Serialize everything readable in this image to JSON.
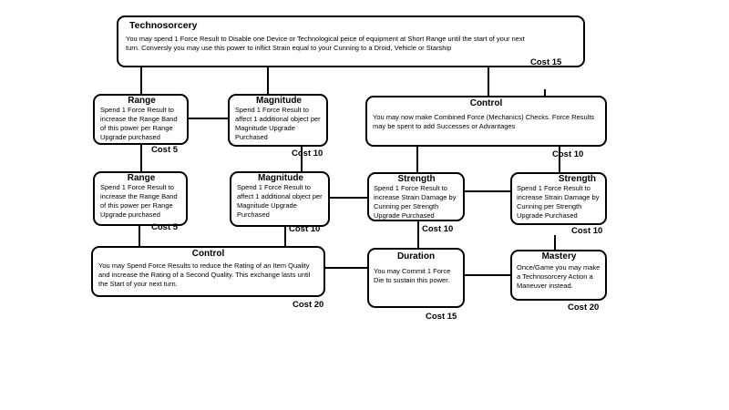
{
  "nodes": {
    "technosorcery": {
      "title": "Technosorcery",
      "text": "You may spend 1 Force Result to Disable one Device or Technological peice of equipment at Short Range until the start of your next turn.  Conversly you may use this power to inflict Strain equal to your Cunning to a Droid, Vehicle or Starship",
      "cost": "Cost 15"
    },
    "range_1": {
      "title": "Range",
      "text": "Spend 1 Force Result to increase the Range Band of this power per Range Upgrade purchased",
      "cost": "Cost  5"
    },
    "magnitude_1": {
      "title": "Magnitude",
      "text": "Spend 1 Force Result to affect 1 additional object per Magnitude Upgrade Purchased",
      "cost": "Cost 10"
    },
    "control_1": {
      "title": "Control",
      "text": "You may now make Combined Force (Mechanics) Checks. Force Results may be spent to add Successes or Advantages",
      "cost": "Cost 10"
    },
    "range_2": {
      "title": "Range",
      "text": "Spend 1 Force Result to increase the Range Band of this power per Range Upgrade purchased",
      "cost": "Cost  5"
    },
    "magnitude_2": {
      "title": "Magnitude",
      "text": "Spend 1 Force Result to affect 1 additional object per Magnitude Upgrade Purchased",
      "cost": "Cost 10"
    },
    "strength_1": {
      "title": "Strength",
      "text": "Spend 1 Force Result to increase Strain Damage by Cunning per Strength Upgrade Purchased",
      "cost": "Cost 10"
    },
    "strength_2": {
      "title": "Strength",
      "text": "Spend 1 Force Result to increase Strain Damage by Cunning per Strength Upgrade Purchased",
      "cost": "Cost 10"
    },
    "control_2": {
      "title": "Control",
      "text": "You may Spend Force Results to reduce the Rating of an Item Quality and increase the Rating of a Second Quality.  This exchange lasts until the Start of your next turn.",
      "cost": "Cost 20"
    },
    "duration": {
      "title": "Duration",
      "text": "You may Commit 1 Force Die to sustain this power.",
      "cost": "Cost  15"
    },
    "mastery": {
      "title": "Mastery",
      "text": "Once/Game you may make a Technosorcery Action a Maneuver instead.",
      "cost": "Cost 20"
    }
  }
}
